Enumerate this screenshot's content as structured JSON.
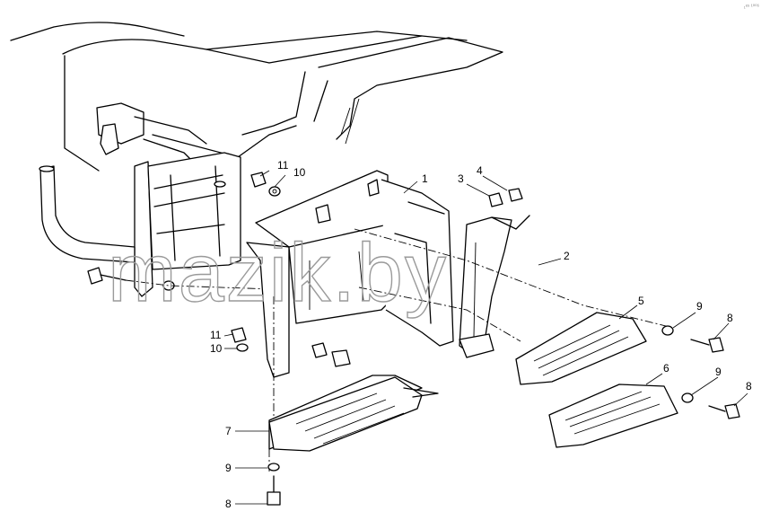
{
  "corner_mark": "₁ᵉˢ ¹⁰⁰⁶",
  "watermark": "mazik.by",
  "callouts": [
    {
      "id": "1",
      "label": "1"
    },
    {
      "id": "2",
      "label": "2"
    },
    {
      "id": "3",
      "label": "3"
    },
    {
      "id": "4",
      "label": "4"
    },
    {
      "id": "5",
      "label": "5"
    },
    {
      "id": "6",
      "label": "6"
    },
    {
      "id": "7",
      "label": "7"
    },
    {
      "id": "8a",
      "label": "8"
    },
    {
      "id": "8b",
      "label": "8"
    },
    {
      "id": "8c",
      "label": "8"
    },
    {
      "id": "9a",
      "label": "9"
    },
    {
      "id": "9b",
      "label": "9"
    },
    {
      "id": "9c",
      "label": "9"
    },
    {
      "id": "10a",
      "label": "10"
    },
    {
      "id": "10b",
      "label": "10"
    },
    {
      "id": "11a",
      "label": "11"
    },
    {
      "id": "11b",
      "label": "11"
    }
  ]
}
